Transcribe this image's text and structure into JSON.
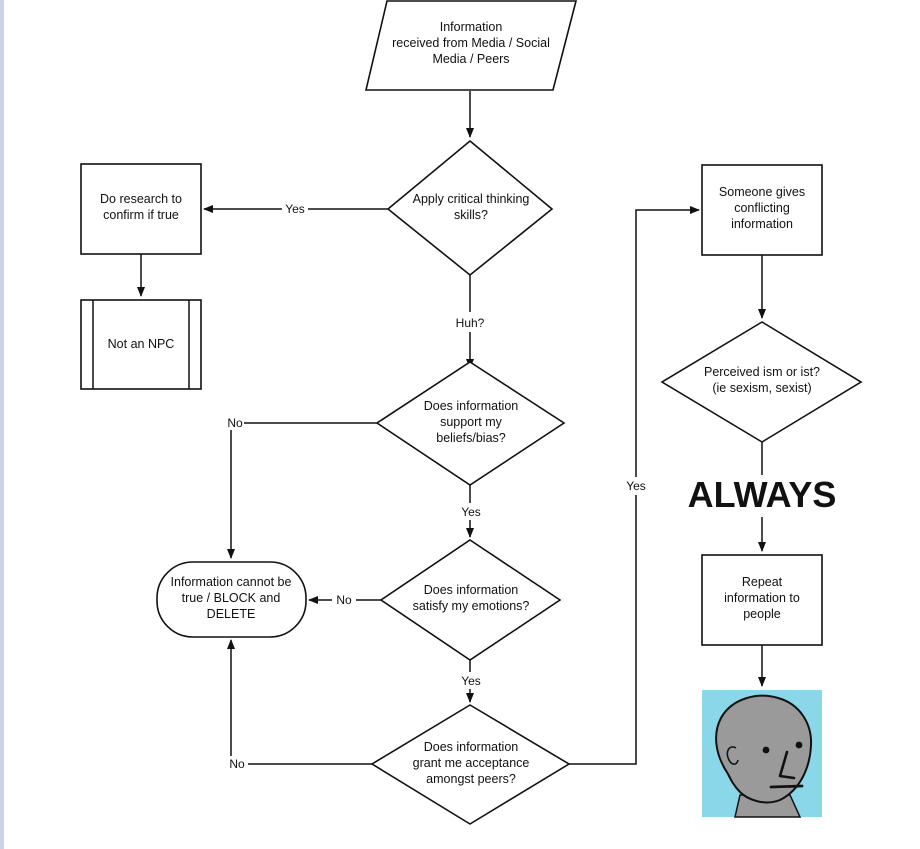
{
  "nodes": {
    "info_received": {
      "lines": [
        "Information",
        "received from Media / Social",
        "Media / Peers"
      ]
    },
    "critical_thinking": {
      "lines": [
        "Apply critical thinking",
        "skills?"
      ]
    },
    "do_research": {
      "lines": [
        "Do research to",
        "confirm if true"
      ]
    },
    "not_npc": {
      "lines": [
        "Not an NPC"
      ]
    },
    "support_beliefs": {
      "lines": [
        "Does information",
        "support my",
        "beliefs/bias?"
      ]
    },
    "satisfy_emotions": {
      "lines": [
        "Does information",
        "satisfy my emotions?"
      ]
    },
    "grant_acceptance": {
      "lines": [
        "Does information",
        "grant me acceptance",
        "amongst peers?"
      ]
    },
    "cannot_be_true": {
      "lines": [
        "Information cannot be",
        "true / BLOCK and",
        "DELETE"
      ]
    },
    "conflicting_info": {
      "lines": [
        "Someone gives",
        "conflicting",
        "information"
      ]
    },
    "perceived_ism": {
      "lines": [
        "Perceived ism or ist?",
        "(ie sexism, sexist)"
      ]
    },
    "repeat_info": {
      "lines": [
        "Repeat",
        "information to",
        "people"
      ]
    }
  },
  "edge_labels": {
    "critical_yes": "Yes",
    "critical_huh": "Huh?",
    "beliefs_no": "No",
    "beliefs_yes": "Yes",
    "emotions_no": "No",
    "emotions_yes": "Yes",
    "acceptance_no": "No",
    "acceptance_yes": "Yes",
    "always": "ALWAYS"
  },
  "colors": {
    "stroke": "#111111",
    "npc_background": "#8ad7ea",
    "npc_head": "#9a9a9a",
    "side_bar": "#c9d3e4"
  },
  "icons": {
    "npc_face": "npc-face-icon"
  }
}
